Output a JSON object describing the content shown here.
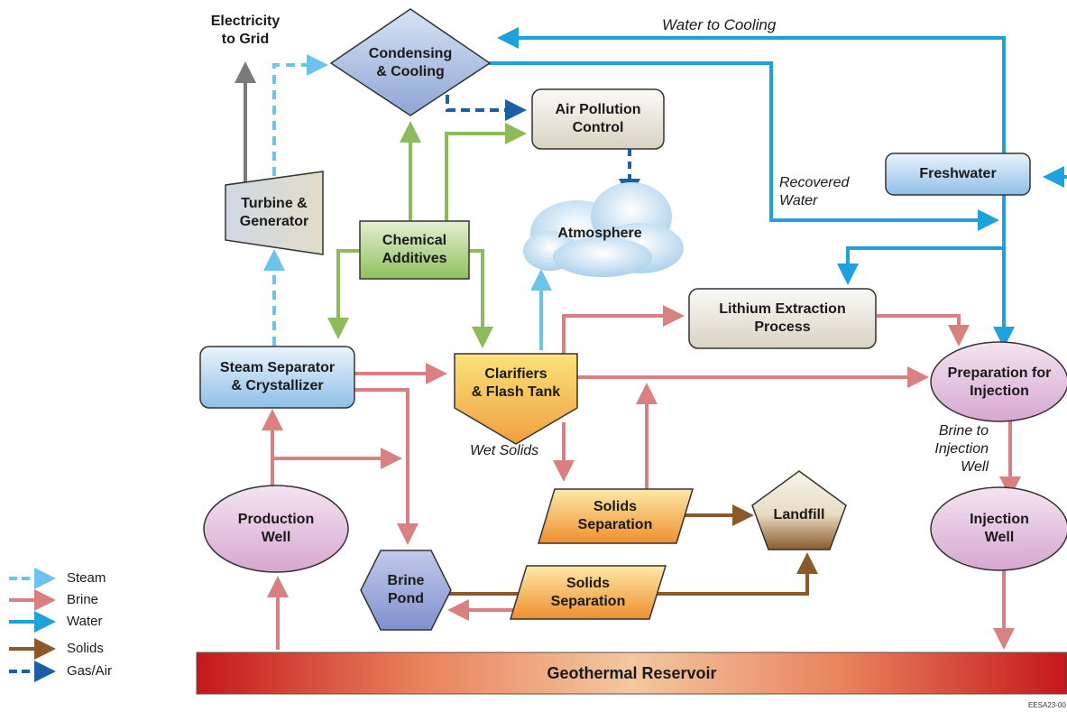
{
  "nodes": {
    "electricity": "Electricity\nto Grid",
    "condensing": "Condensing\n& Cooling",
    "air_pollution": "Air Pollution\nControl",
    "turbine": "Turbine &\nGenerator",
    "chemical": "Chemical\nAdditives",
    "atmosphere": "Atmosphere",
    "freshwater": "Freshwater",
    "lithium": "Lithium Extraction\nProcess",
    "steam_sep": "Steam Separator\n& Crystallizer",
    "clarifiers": "Clarifiers\n& Flash Tank",
    "prep_injection": "Preparation for\nInjection",
    "solids_sep_1": "Solids\nSeparation",
    "landfill": "Landfill",
    "production_well": "Production\nWell",
    "injection_well": "Injection\nWell",
    "brine_pond": "Brine\nPond",
    "solids_sep_2": "Solids\nSeparation",
    "reservoir": "Geothermal Reservoir"
  },
  "annotations": {
    "water_to_cooling": "Water to Cooling",
    "recovered_water": "Recovered\nWater",
    "wet_solids": "Wet Solids",
    "brine_to_injection": "Brine to\nInjection\nWell",
    "figure_id": "EESA23-00"
  },
  "legend": [
    {
      "label": "Steam",
      "color": "#6cc3ec",
      "style": "dashed"
    },
    {
      "label": "Brine",
      "color": "#d98080",
      "style": "solid"
    },
    {
      "label": "Water",
      "color": "#1fa2dc",
      "style": "solid"
    },
    {
      "label": "Solids",
      "color": "#8a5a2b",
      "style": "solid"
    },
    {
      "label": "Gas/Air",
      "color": "#1a5fa8",
      "style": "dashed"
    }
  ],
  "colors": {
    "steam": "#6cc3ec",
    "brine": "#d98080",
    "water": "#1fa2dc",
    "solids": "#8a5a2b",
    "gas": "#1a5fa8",
    "chemical": "#8dbb5a",
    "power": "#7a7a7a"
  }
}
